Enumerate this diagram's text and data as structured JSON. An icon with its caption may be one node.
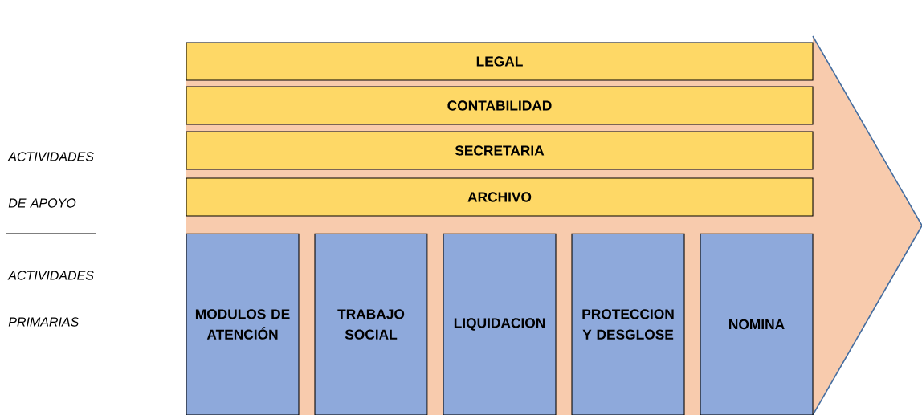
{
  "diagram": {
    "nodes": [
      {
        "text": [],
        "shape": "arrow"
      },
      {
        "text": [
          "LEGAL"
        ],
        "in": 0
      },
      {
        "text": [
          "CONTABILIDAD"
        ],
        "in": 0
      },
      {
        "text": [
          "SECRETARIA"
        ],
        "in": 0
      },
      {
        "text": [
          "ARCHIVO"
        ],
        "in": 0
      },
      {
        "text": [
          "MODULOS DE ATENCIÓN"
        ],
        "in": 0
      },
      {
        "text": [
          "TRABAJO SOCIAL"
        ],
        "in": 0
      },
      {
        "text": [
          "LIQUIDACION"
        ],
        "in": 0
      },
      {
        "text": [
          "PROTECCION Y DESGLOSE"
        ],
        "in": 0
      },
      {
        "text": [
          "NOMINA"
        ],
        "in": 0
      }
    ],
    "labels": [
      "ACTIVIDADES DE APOYO",
      "ACTIVIDADES PRIMARIAS"
    ]
  }
}
